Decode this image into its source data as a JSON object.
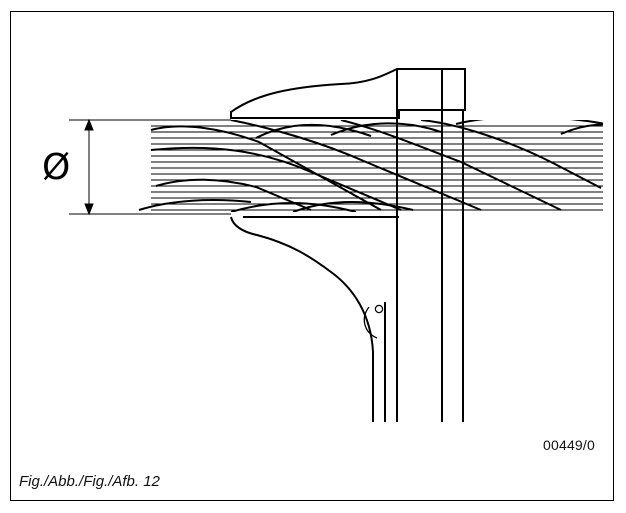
{
  "figure": {
    "diameter_symbol": "Ø",
    "image_code": "00449/0",
    "caption": "Fig./Abb./Fig./Afb. 12"
  }
}
